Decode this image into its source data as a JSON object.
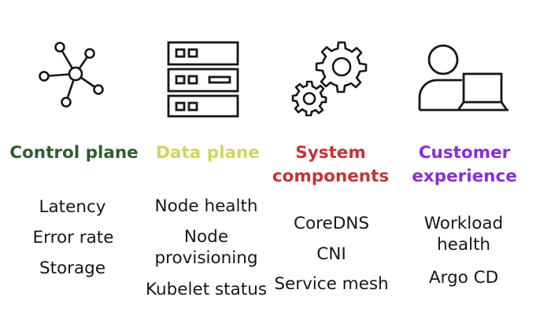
{
  "columns": [
    {
      "icon": "network-hub-icon",
      "heading_lines": [
        "Control plane"
      ],
      "heading_color": "#2c5e2d",
      "items": [
        {
          "lines": [
            "Latency"
          ]
        },
        {
          "lines": [
            "Error rate"
          ]
        },
        {
          "lines": [
            "Storage"
          ]
        }
      ]
    },
    {
      "icon": "server-rack-icon",
      "heading_lines": [
        "Data plane"
      ],
      "heading_color": "#d3d45a",
      "items": [
        {
          "lines": [
            "Node health"
          ]
        },
        {
          "lines": [
            "Node",
            "provisioning"
          ]
        },
        {
          "lines": [
            "Kubelet status"
          ]
        }
      ]
    },
    {
      "icon": "gears-icon",
      "heading_lines": [
        "System",
        "components"
      ],
      "heading_color": "#c93232",
      "items": [
        {
          "lines": [
            "CoreDNS"
          ]
        },
        {
          "lines": [
            "CNI"
          ]
        },
        {
          "lines": [
            "Service mesh"
          ]
        }
      ]
    },
    {
      "icon": "user-laptop-icon",
      "heading_lines": [
        "Customer",
        "experience"
      ],
      "heading_color": "#8a2be2",
      "items": [
        {
          "lines": [
            "Workload",
            "health"
          ]
        },
        {
          "lines": [
            "Argo CD"
          ]
        }
      ]
    }
  ]
}
